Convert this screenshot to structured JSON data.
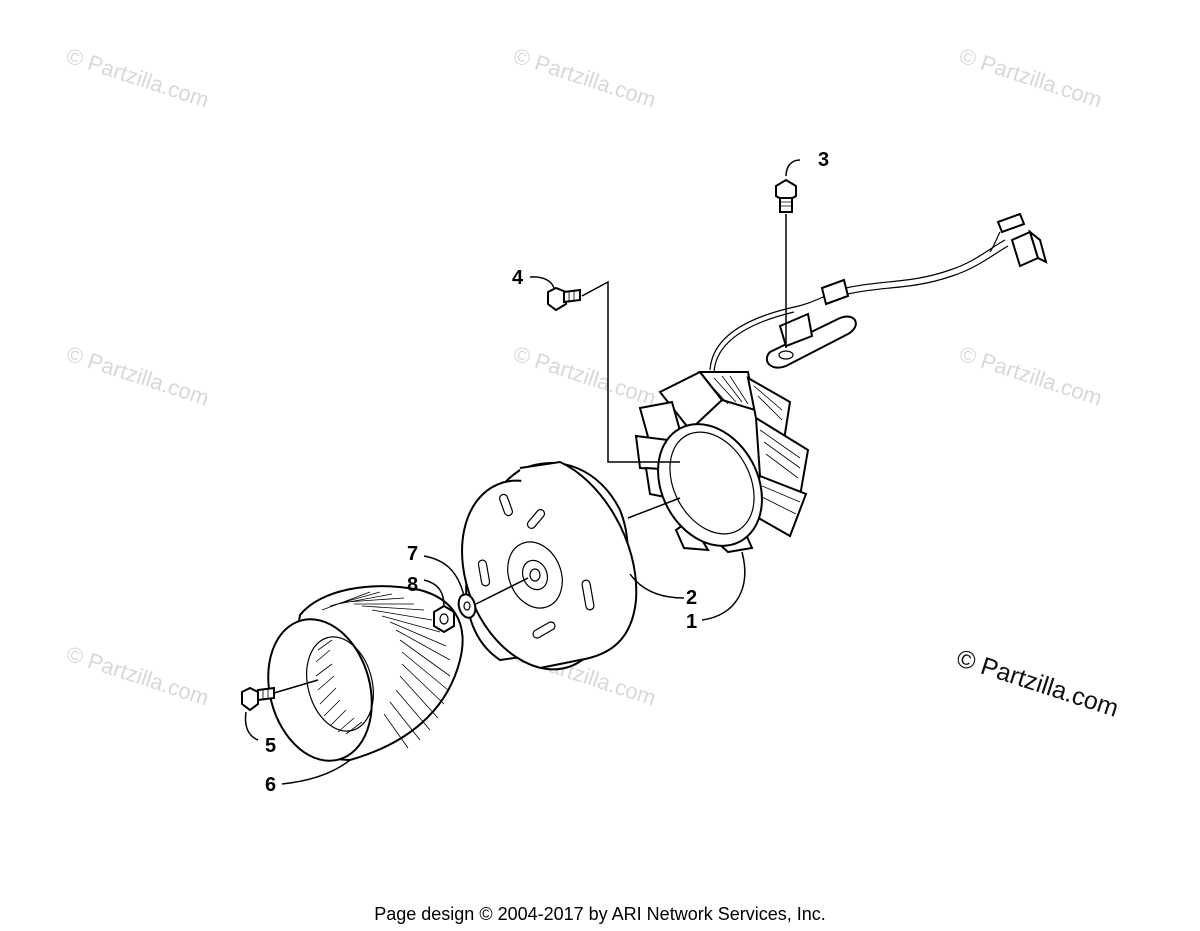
{
  "watermarks": {
    "text": "© Partzilla.com",
    "corner_text": "© Partzilla.com"
  },
  "callouts": {
    "c1": "1",
    "c2": "2",
    "c3": "3",
    "c4": "4",
    "c5": "5",
    "c6": "6",
    "c7": "7",
    "c8": "8"
  },
  "footer": {
    "copyright": "Page design © 2004-2017 by ARI Network Services, Inc."
  }
}
